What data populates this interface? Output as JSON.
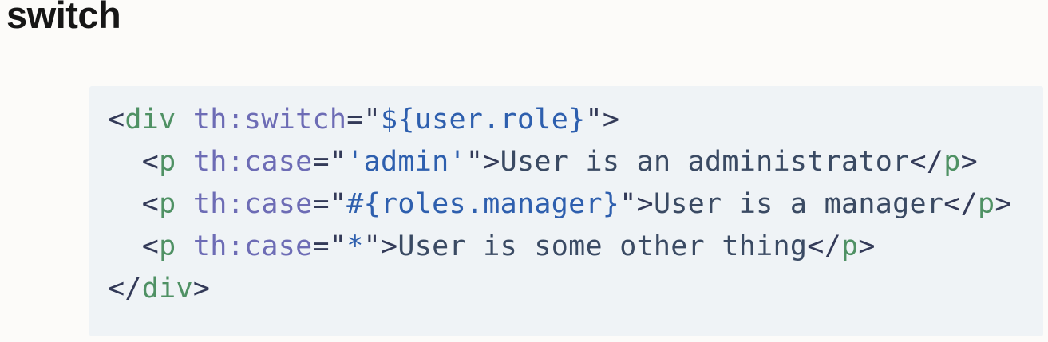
{
  "heading": {
    "text": "switch"
  },
  "code": {
    "language": "html-thymeleaf",
    "background": "#eff3f6",
    "page_background": "#fcfbf9",
    "colors": {
      "pun": "#333a58",
      "tag": "#4f9164",
      "attr": "#6d6cb5",
      "str": "#2e5fae",
      "txt": "#3a4a63",
      "pln": "#3a4a63"
    },
    "plain_text": "<div th:switch=\"${user.role}\">\n  <p th:case=\"'admin'\">User is an administrator</p>\n  <p th:case=\"#{roles.manager}\">User is a manager</p>\n  <p th:case=\"*\">User is some other thing</p>\n</div>",
    "lines": [
      [
        {
          "t": "pun",
          "v": "<"
        },
        {
          "t": "tag",
          "v": "div"
        },
        {
          "t": "pln",
          "v": " "
        },
        {
          "t": "attr",
          "v": "th:switch"
        },
        {
          "t": "pun",
          "v": "=\""
        },
        {
          "t": "str",
          "v": "${user.role}"
        },
        {
          "t": "pun",
          "v": "\">"
        }
      ],
      [
        {
          "t": "pln",
          "v": "  "
        },
        {
          "t": "pun",
          "v": "<"
        },
        {
          "t": "tag",
          "v": "p"
        },
        {
          "t": "pln",
          "v": " "
        },
        {
          "t": "attr",
          "v": "th:case"
        },
        {
          "t": "pun",
          "v": "=\""
        },
        {
          "t": "str",
          "v": "'admin'"
        },
        {
          "t": "pun",
          "v": "\">"
        },
        {
          "t": "txt",
          "v": "User is an administrator"
        },
        {
          "t": "pun",
          "v": "</"
        },
        {
          "t": "tag",
          "v": "p"
        },
        {
          "t": "pun",
          "v": ">"
        }
      ],
      [
        {
          "t": "pln",
          "v": "  "
        },
        {
          "t": "pun",
          "v": "<"
        },
        {
          "t": "tag",
          "v": "p"
        },
        {
          "t": "pln",
          "v": " "
        },
        {
          "t": "attr",
          "v": "th:case"
        },
        {
          "t": "pun",
          "v": "=\""
        },
        {
          "t": "str",
          "v": "#{roles.manager}"
        },
        {
          "t": "pun",
          "v": "\">"
        },
        {
          "t": "txt",
          "v": "User is a manager"
        },
        {
          "t": "pun",
          "v": "</"
        },
        {
          "t": "tag",
          "v": "p"
        },
        {
          "t": "pun",
          "v": ">"
        }
      ],
      [
        {
          "t": "pln",
          "v": "  "
        },
        {
          "t": "pun",
          "v": "<"
        },
        {
          "t": "tag",
          "v": "p"
        },
        {
          "t": "pln",
          "v": " "
        },
        {
          "t": "attr",
          "v": "th:case"
        },
        {
          "t": "pun",
          "v": "=\""
        },
        {
          "t": "str",
          "v": "*"
        },
        {
          "t": "pun",
          "v": "\">"
        },
        {
          "t": "txt",
          "v": "User is some other thing"
        },
        {
          "t": "pun",
          "v": "</"
        },
        {
          "t": "tag",
          "v": "p"
        },
        {
          "t": "pun",
          "v": ">"
        }
      ],
      [
        {
          "t": "pun",
          "v": "</"
        },
        {
          "t": "tag",
          "v": "div"
        },
        {
          "t": "pun",
          "v": ">"
        }
      ]
    ]
  }
}
